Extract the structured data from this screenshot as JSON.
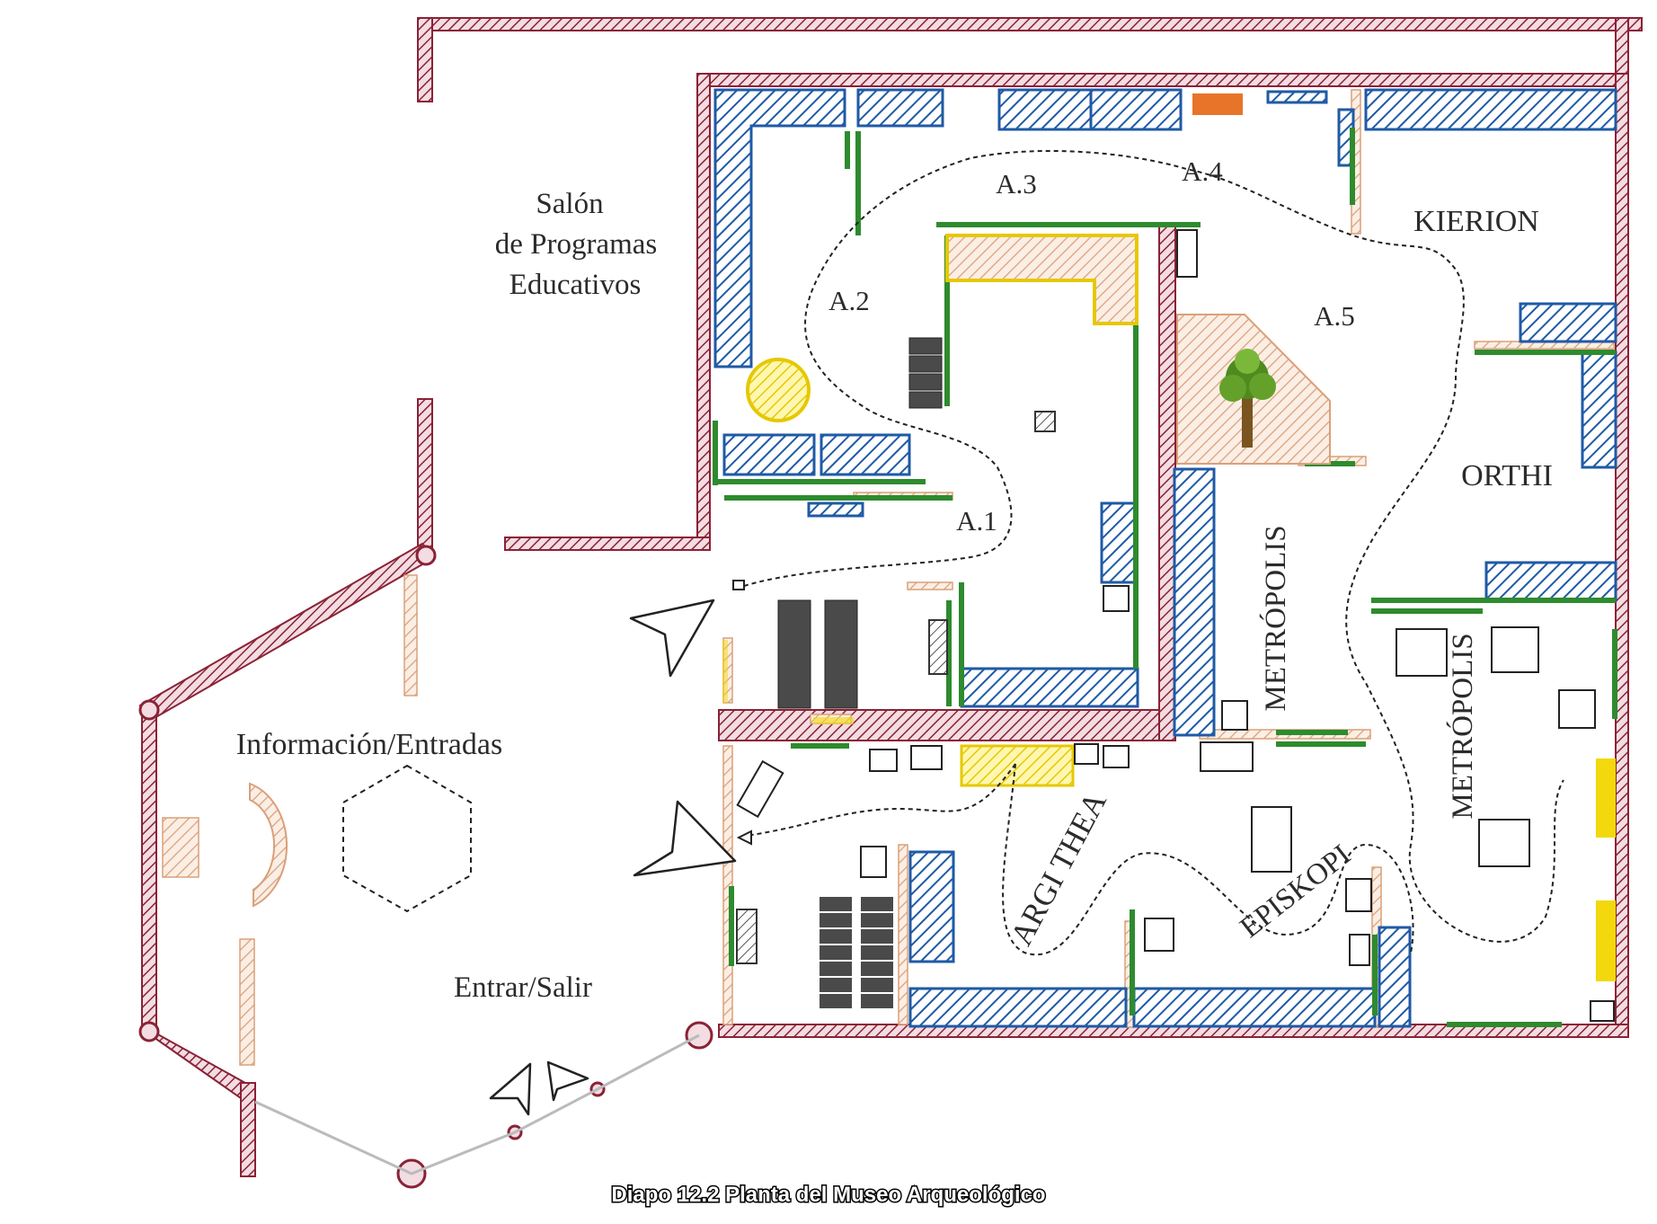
{
  "caption": "Diapo 12.2 Planta del Museo Arqueológico",
  "rooms": {
    "salon_line1": "Salón",
    "salon_line2": "de Programas",
    "salon_line3": "Educativos",
    "informacion": "Información/Entradas",
    "entrar_salir": "Entrar/Salir",
    "kierion": "KIERION",
    "orthi": "ORTHI",
    "metropolis_a": "METRÓPOLIS",
    "metropolis_b": "METRÓPOLIS",
    "argithea": "ARGI THEA",
    "episkopi": "EPISKOPI"
  },
  "sections": {
    "a1": "A.1",
    "a2": "A.2",
    "a3": "A.3",
    "a4": "A.4",
    "a5": "A.5"
  },
  "colors": {
    "wall": "#8a2236",
    "blue_case": "#1f5aa6",
    "green_panel": "#2e8b2e",
    "yellow": "#f2d80c",
    "orange": "#e8742a",
    "salmon": "#d9a07a",
    "dark_case": "#4a4a4a"
  },
  "icons": [
    "arrow-icon",
    "tree-icon",
    "hexagon-icon"
  ]
}
